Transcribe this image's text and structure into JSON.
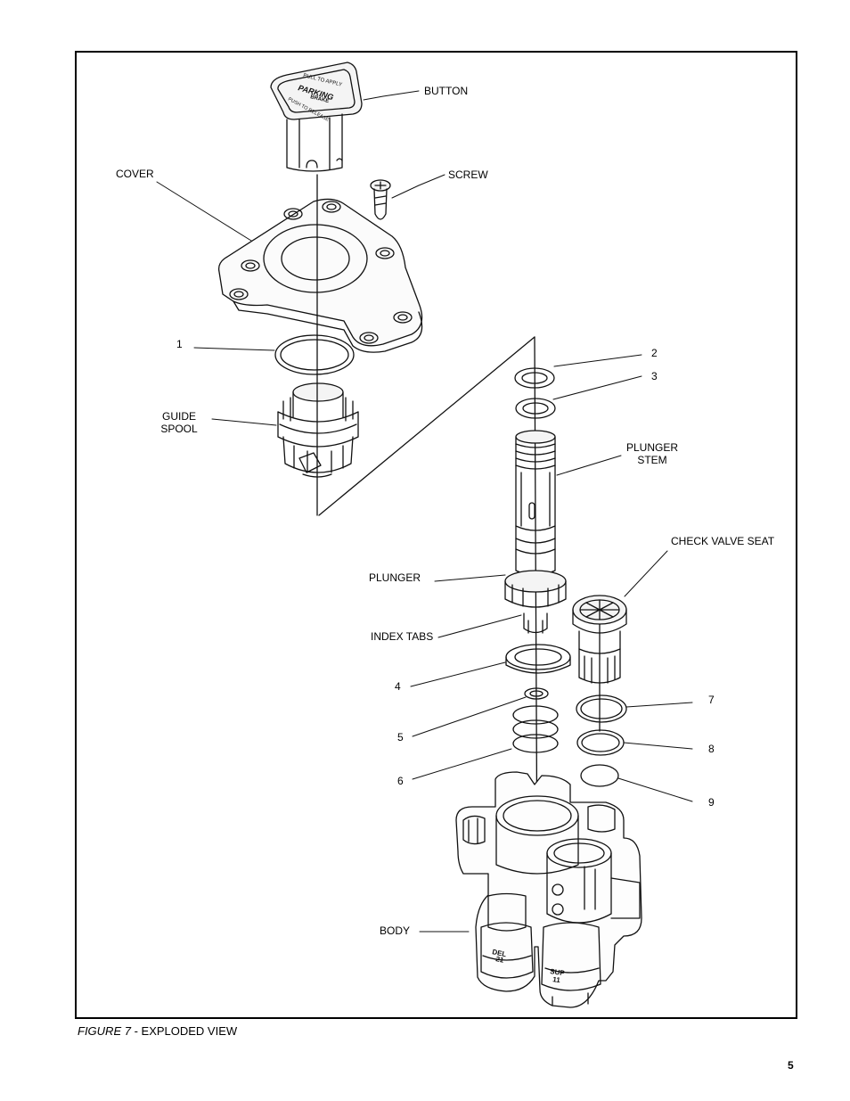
{
  "figure": {
    "caption_label": "FIGURE 7",
    "caption_rest": " - EXPLODED VIEW"
  },
  "page_number": "5",
  "button_face": {
    "line1": "PULL TO APPLY",
    "line2": "PARKING",
    "line3": "BRAKE",
    "line4": "PUSH TO RELEASE"
  },
  "body_ports": {
    "del": "DEL",
    "del_num": "21",
    "sup": "SUP",
    "sup_num": "11"
  },
  "labels": {
    "button": "BUTTON",
    "cover": "COVER",
    "screw": "SCREW",
    "one": "1",
    "guide": "GUIDE",
    "spool": "SPOOL",
    "two": "2",
    "three": "3",
    "plunger_stem_1": "PLUNGER",
    "plunger_stem_2": "STEM",
    "check_valve_seat": "CHECK VALVE SEAT",
    "plunger": "PLUNGER",
    "index_tabs": "INDEX TABS",
    "four": "4",
    "five": "5",
    "six": "6",
    "seven": "7",
    "eight": "8",
    "nine": "9",
    "body": "BODY"
  }
}
